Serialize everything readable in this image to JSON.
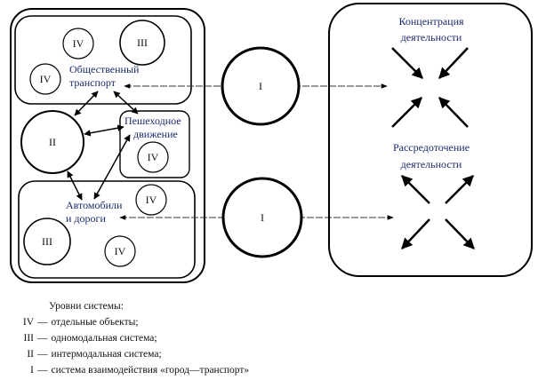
{
  "diagram": {
    "left_group": {
      "public_transport": {
        "label_line1": "Общественный",
        "label_line2": "транспорт",
        "circles": [
          "IV",
          "III",
          "IV"
        ]
      },
      "pedestrian": {
        "label_line1": "Пешеходное",
        "label_line2": "движение",
        "circles": [
          "IV"
        ]
      },
      "intermodal": {
        "circle": "II"
      },
      "cars_roads": {
        "label_line1": "Автомобили",
        "label_line2": "и дороги",
        "circles": [
          "IV",
          "III",
          "IV"
        ]
      }
    },
    "middle": {
      "top_circle": "I",
      "bottom_circle": "I"
    },
    "right_group": {
      "concentration": {
        "line1": "Концентрация",
        "line2": "деятельности"
      },
      "dispersal": {
        "line1": "Рассредоточение",
        "line2": "деятельности"
      }
    }
  },
  "legend": {
    "title": "Уровни системы:",
    "items": [
      {
        "level": "IV",
        "text": "отдельные объекты;"
      },
      {
        "level": "III",
        "text": "одномодальная система;"
      },
      {
        "level": "II",
        "text": "интермодальная система;"
      },
      {
        "level": "I",
        "text": "система взаимодействия «город—транспорт»"
      }
    ],
    "dash": "—"
  }
}
